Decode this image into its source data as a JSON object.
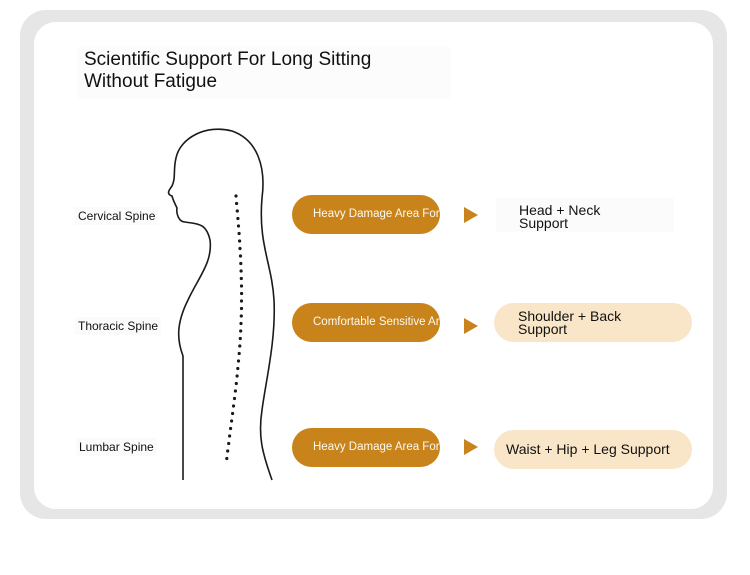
{
  "title": {
    "line1": "Scientific Support For Long Sitting",
    "line2": "Without Fatigue"
  },
  "spine_labels": {
    "cervical": "Cervical Spine",
    "thoracic": "Thoracic Spine",
    "lumbar": "Lumbar Spine"
  },
  "rows": [
    {
      "area": "Heavy Damage Area For Spine",
      "support_line1": "Head + Neck",
      "support_line2": "Support"
    },
    {
      "area": "Comfortable Sensitive Area",
      "support_line1": "Shoulder + Back",
      "support_line2": "Support"
    },
    {
      "area": "Heavy Damage Area For Spine",
      "support_line1": "Waist + Hip + Leg Support"
    }
  ],
  "colors": {
    "accent": "#c8841a",
    "support_fill": "#f9e6c8",
    "frame": "#e6e6e6"
  },
  "icons": {
    "figure": "human-side-profile-with-spine-icon",
    "arrow": "triangle-arrow-right-icon"
  }
}
